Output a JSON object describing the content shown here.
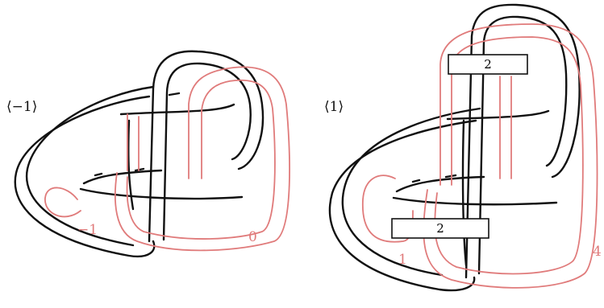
{
  "left_diagram": {
    "bracket_label": "⟨−1⟩",
    "framings": [
      "−1",
      "0"
    ]
  },
  "right_diagram": {
    "bracket_label": "⟨1⟩",
    "framings": [
      "1",
      "4"
    ],
    "twist_boxes": [
      "2",
      "2"
    ]
  },
  "colors": {
    "knot": "#111111",
    "surgery": "#e07b7b"
  }
}
